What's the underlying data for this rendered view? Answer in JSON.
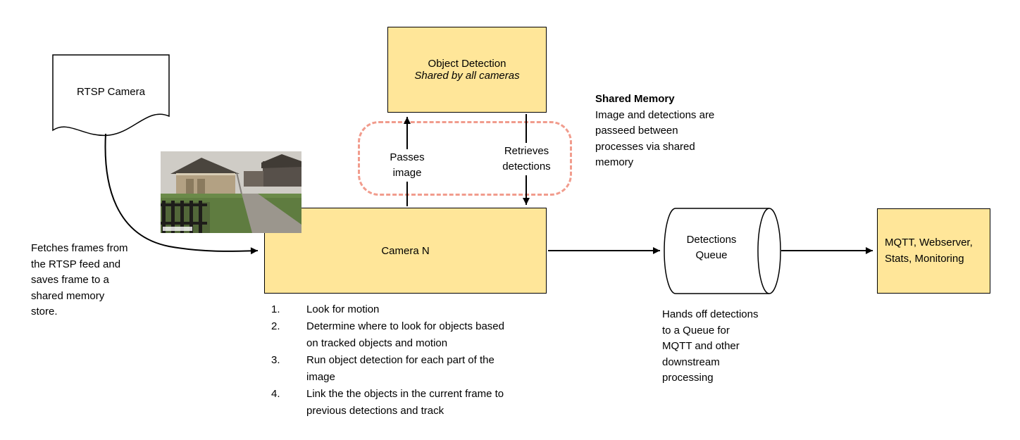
{
  "diagram": {
    "rtsp_camera_label": "RTSP Camera",
    "fetch_note": "Fetches frames from\nthe RTSP feed and\nsaves frame to a\nshared memory\nstore.",
    "object_detection": {
      "title": "Object Detection",
      "subtitle": "Shared by all cameras"
    },
    "edge_labels": {
      "passes_image": "Passes image",
      "retrieves_detections": "Retrieves detections"
    },
    "shared_memory": {
      "title": "Shared Memory",
      "body": "Image and detections are\npasseed between\nprocesses via shared\nmemory"
    },
    "camera_n_label": "Camera N",
    "steps": [
      {
        "num": "1.",
        "text": "Look for motion"
      },
      {
        "num": "2.",
        "text": "Determine where to look for objects based on tracked objects and motion"
      },
      {
        "num": "3.",
        "text": "Run object detection for each part of the image"
      },
      {
        "num": "4.",
        "text": "Link the the objects in the current frame to previous detections and track"
      }
    ],
    "detections_queue_label": "Detections Queue",
    "queue_note": "Hands off detections\nto a Queue for\nMQTT and other\ndownstream\nprocessing",
    "mqtt_label": "MQTT, Webserver,\nStats, Monitoring",
    "colors": {
      "node_fill": "#FFE699",
      "node_border": "#000000",
      "shared_memory_dashed": "#F19C8D",
      "arrow": "#000000"
    }
  }
}
